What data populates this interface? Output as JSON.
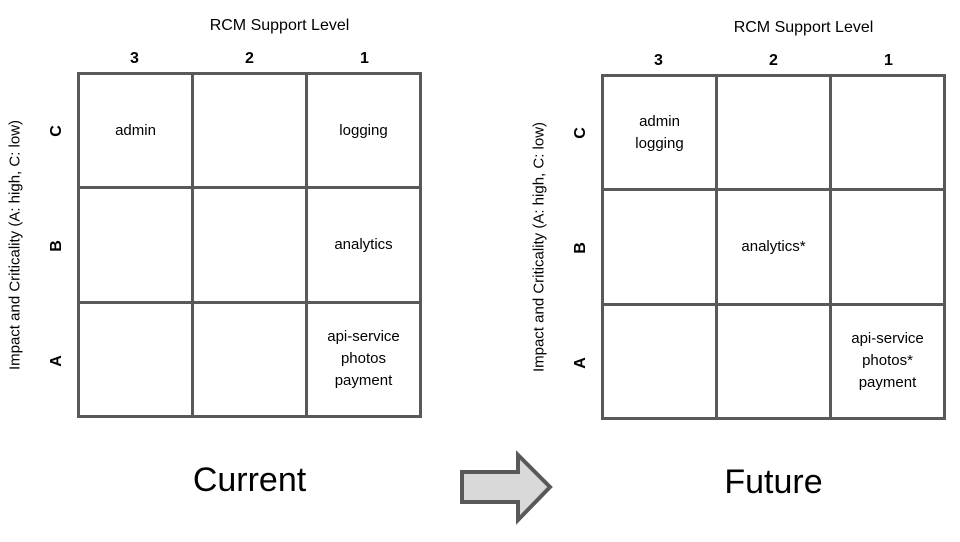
{
  "figures": [
    {
      "id": "current",
      "title": "RCM Support Level",
      "y_axis_label": "Impact and Criticality (A: high, C: low)",
      "column_headers": [
        "3",
        "2",
        "1"
      ],
      "row_headers": [
        "C",
        "B",
        "A"
      ],
      "cells": [
        [
          "admin",
          "",
          "logging"
        ],
        [
          "",
          "",
          "analytics"
        ],
        [
          "",
          "",
          "api-service\nphotos\npayment"
        ]
      ],
      "caption": "Current"
    },
    {
      "id": "future",
      "title": "RCM Support Level",
      "y_axis_label": "Impact and Criticality (A: high, C: low)",
      "column_headers": [
        "3",
        "2",
        "1"
      ],
      "row_headers": [
        "C",
        "B",
        "A"
      ],
      "cells": [
        [
          "admin\nlogging",
          "",
          ""
        ],
        [
          "",
          "analytics*",
          ""
        ],
        [
          "",
          "",
          "api-service\nphotos*\npayment"
        ]
      ],
      "caption": "Future"
    }
  ],
  "arrow": {
    "direction": "right"
  },
  "colors": {
    "grid_line": "#595959",
    "arrow_fill": "#d9d9d9",
    "arrow_stroke": "#595959",
    "text": "#000000",
    "background": "#ffffff"
  }
}
